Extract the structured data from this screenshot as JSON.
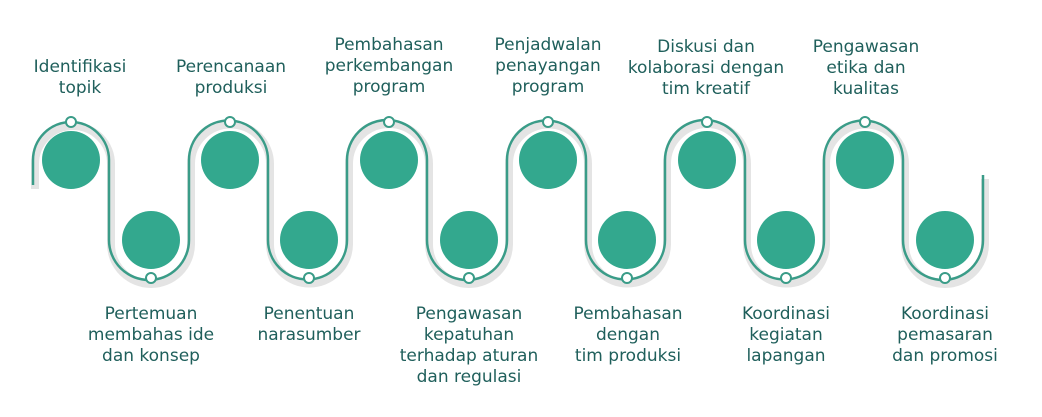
{
  "colors": {
    "line": "#3a9c88",
    "dot": "#33a88e",
    "text": "#1f5f5b",
    "shadow": "#e4e4e4"
  },
  "steps": [
    {
      "label": "Identifikasi\ntopik",
      "position": "top"
    },
    {
      "label": "Pertemuan\nmembahas ide\ndan konsep",
      "position": "bottom"
    },
    {
      "label": "Perencanaan\nproduksi",
      "position": "top"
    },
    {
      "label": "Penentuan\nnarasumber",
      "position": "bottom"
    },
    {
      "label": "Pembahasan\nperkembangan\nprogram",
      "position": "top"
    },
    {
      "label": "Pengawasan\nkepatuhan\nterhadap aturan\ndan regulasi",
      "position": "bottom"
    },
    {
      "label": "Penjadwalan\npenayangan\nprogram",
      "position": "top"
    },
    {
      "label": "Pembahasan\ndengan\ntim produksi",
      "position": "bottom"
    },
    {
      "label": "Diskusi dan\nkolaborasi dengan\ntim kreatif",
      "position": "top"
    },
    {
      "label": "Koordinasi\nkegiatan\nlapangan",
      "position": "bottom"
    },
    {
      "label": "Pengawasan\netika dan\nkualitas",
      "position": "top"
    },
    {
      "label": "Koordinasi\npemasaran\ndan promosi",
      "position": "bottom"
    }
  ]
}
